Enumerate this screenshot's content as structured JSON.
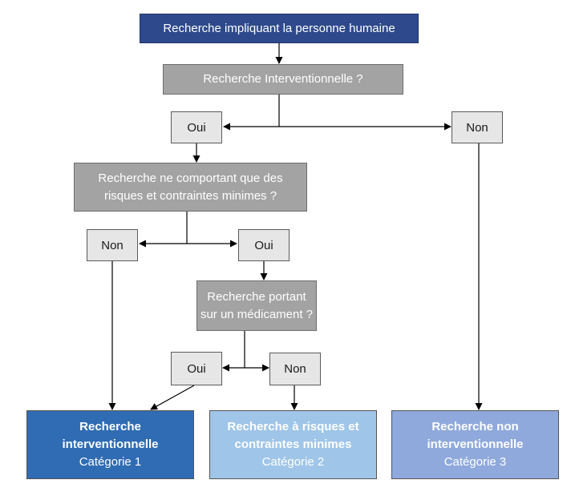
{
  "diagram": {
    "root": "Recherche impliquant la personne humaine",
    "q1": "Recherche Interventionnelle ?",
    "q1_yes": "Oui",
    "q1_no": "Non",
    "q2_line1": "Recherche ne comportant que des",
    "q2_line2": "risques et contraintes minimes ?",
    "q2_no": "Non",
    "q2_yes": "Oui",
    "q3_line1": "Recherche portant",
    "q3_line2": "sur un médicament ?",
    "q3_yes": "Oui",
    "q3_no": "Non",
    "cat1_line1": "Recherche",
    "cat1_line2": "interventionnelle",
    "cat1_sub": "Catégorie 1",
    "cat2_line1": "Recherche à risques et",
    "cat2_line2": "contraintes minimes",
    "cat2_sub": "Catégorie 2",
    "cat3_line1": "Recherche non",
    "cat3_line2": "interventionnelle",
    "cat3_sub": "Catégorie 3"
  },
  "colors": {
    "root": "#2e4a8c",
    "question": "#a3a3a3",
    "answer": "#e6e6e6",
    "category1": "#2f6cb3",
    "category2": "#9fc5e8",
    "category3": "#8fa9dc"
  }
}
